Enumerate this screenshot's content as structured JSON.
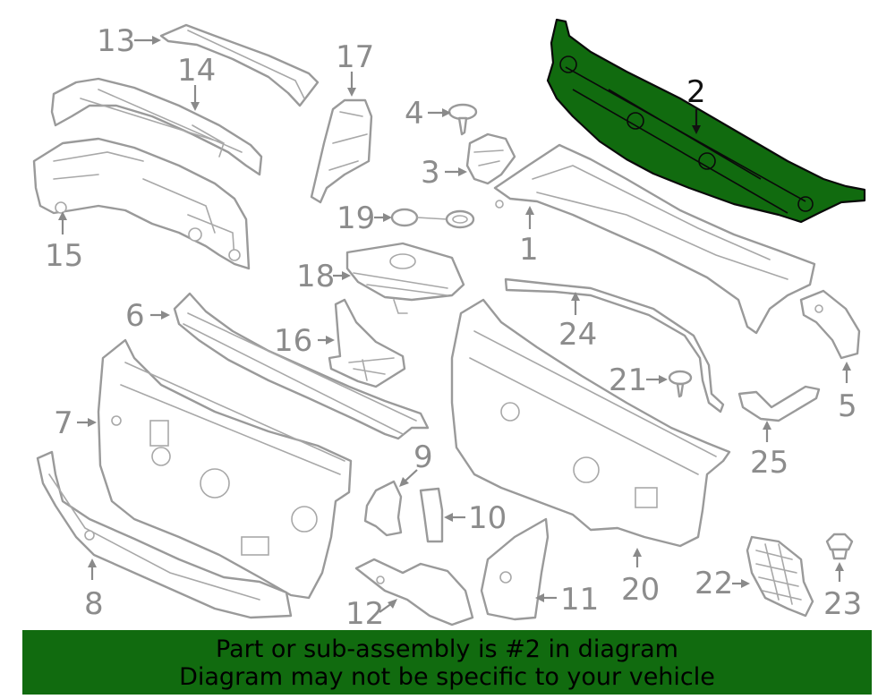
{
  "diagram": {
    "highlighted_part": "2",
    "highlight_color": "#116b0f",
    "line_color": "#9a9a9a",
    "callouts": [
      "1",
      "2",
      "3",
      "4",
      "5",
      "6",
      "7",
      "8",
      "9",
      "10",
      "11",
      "12",
      "13",
      "14",
      "15",
      "16",
      "17",
      "18",
      "19",
      "20",
      "21",
      "22",
      "23",
      "24",
      "25"
    ]
  },
  "banner": {
    "line1": "Part or sub-assembly is #2 in diagram",
    "line2": "Diagram may not be specific to your vehicle",
    "background": "#116b0f"
  }
}
